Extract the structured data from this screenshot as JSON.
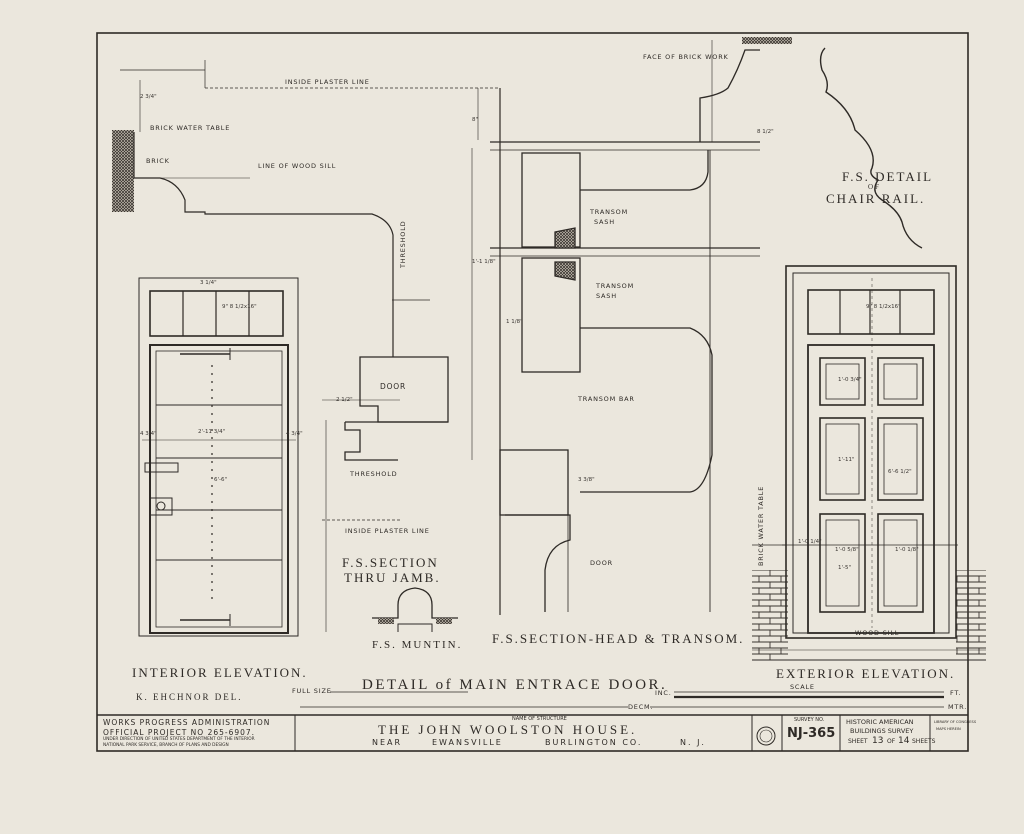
{
  "labels": {
    "inside_plaster_line_top": "INSIDE PLASTER LINE",
    "brick_water_table": "BRICK WATER TABLE",
    "brick": "BRICK",
    "line_of_wood_sill": "LINE OF WOOD SILL",
    "face_of_brick_work": "FACE OF BRICK WORK",
    "threshold_vertical": "THRESHOLD",
    "door_jamb": "DOOR",
    "threshold_lower": "THRESHOLD",
    "inside_plaster_line_lower": "INSIDE PLASTER LINE",
    "transom_sash_1": "TRANSOM",
    "sash_1": "SASH",
    "transom_sash_2": "TRANSOM",
    "sash_2": "SASH",
    "transom_bar": "TRANSOM BAR",
    "door_head": "DOOR",
    "brick_water_table_ext": "BRICK WATER TABLE",
    "wood_sill_ext": "WOOD SILL"
  },
  "captions": {
    "chair_rail_line1": "F.S.  DETAIL",
    "chair_rail_of": "OF",
    "chair_rail_line2": "CHAIR  RAIL.",
    "section_jamb_line1": "F.S.SECTION",
    "section_jamb_line2": "THRU JAMB.",
    "muntin": "F.S. MUNTIN.",
    "section_head": "F.S.SECTION-HEAD & TRANSOM.",
    "interior_elevation": "INTERIOR  ELEVATION.",
    "exterior_elevation": "EXTERIOR  ELEVATION.",
    "detail_title": "DETAIL  of  MAIN  ENTRACE  DOOR.",
    "delineator": "K. EHCHNOR  DEL.",
    "full_size": "FULL SIZE",
    "scale": "SCALE",
    "inc": "INC.",
    "ft": "FT.",
    "decm": "DECM.",
    "mtr": "MTR."
  },
  "dimensions": {
    "brick_table_offset": "2 3/4\"",
    "head_height": "8\"",
    "transom_height": "1'-1 1/8\"",
    "face_brick": "8 1/2\"",
    "sash_left": "1 1/8\"",
    "door_gap": "2 1/2\"",
    "transom_bar": "3 3/8\"",
    "int_width": "2'-11 3/4\"",
    "int_margin_left": "4 3/4\"",
    "int_margin_right": "4 3/4\"",
    "int_height": "6'-6\"",
    "int_top": "3 1/4\"",
    "int_transom_glass": "9\" 8 1/2x16\"",
    "ext_transom_glass": "9\" 8 1/2x16\"",
    "ext_panel_1": "1'-0 3/4\"",
    "ext_panel_2": "1'-11\"",
    "ext_panel_3": "1'-5\"",
    "ext_height": "6'-6 1/2\"",
    "ext_rail_1": "1'-0 1/4\"",
    "ext_rail_2": "1'-0 5/8\"",
    "ext_rail_3": "1'-0 1/8\""
  },
  "title_block": {
    "wpa_line1": "WORKS PROGRESS ADMINISTRATION",
    "wpa_line2": "OFFICIAL PROJECT NO 265-6907.",
    "wpa_line3": "UNDER DIRECTION OF UNITED STATES DEPARTMENT OF THE INTERIOR",
    "wpa_line4": "NATIONAL PARK SERVICE, BRANCH OF PLANS AND DESIGN",
    "name_label": "NAME OF STRUCTURE",
    "structure_name": "THE  JOHN  WOOLSTON  HOUSE.",
    "location_near": "NEAR",
    "location_town": "EWANSVILLE",
    "location_county": "BURLINGTON  CO.",
    "location_state": "N.  J.",
    "survey_label": "SURVEY NO.",
    "survey_no": "NJ-365",
    "habs_line1": "HISTORIC AMERICAN",
    "habs_line2": "BUILDINGS SURVEY",
    "sheet_word": "SHEET",
    "sheet_no": "13",
    "of_word": "OF",
    "sheet_total": "14",
    "sheets_word": "SHEETS",
    "loc_line1": "LIBRARY OF CONGRESS",
    "loc_line2": "MAPS HEREIN"
  },
  "colors": {
    "paper": "#ebe7dd",
    "ink": "#2e2a26"
  }
}
